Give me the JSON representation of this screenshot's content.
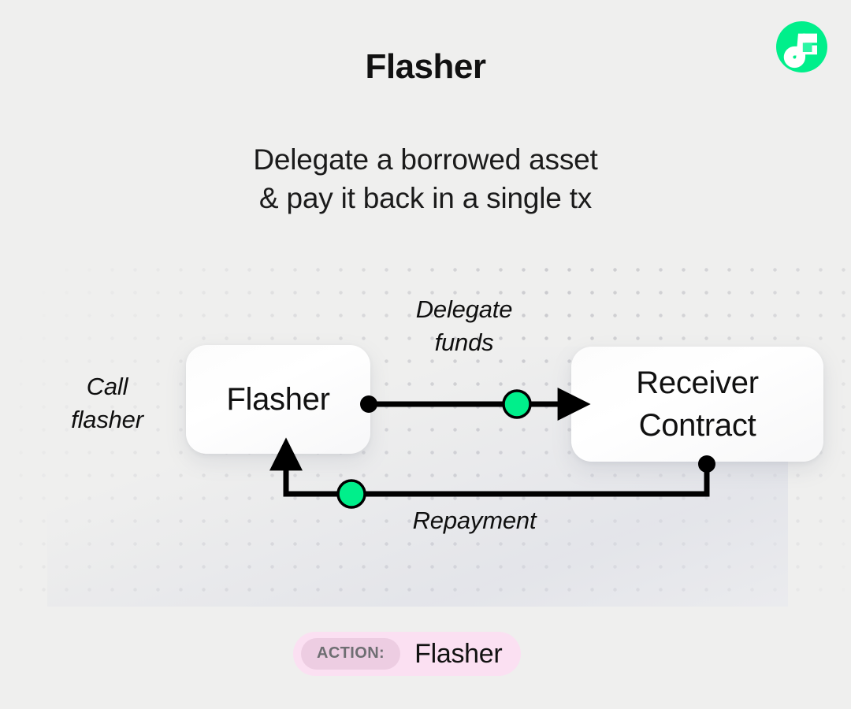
{
  "theme": {
    "background": "#efefee",
    "accent_green": "#00ef8b",
    "node_surface": "#ffffff",
    "badge_bg": "#fbe0f2",
    "badge_chip_bg": "#edcde2",
    "badge_chip_text": "#6e6e72",
    "line_color": "#000000",
    "dot_grid_color": "#c9c9cd"
  },
  "header": {
    "title": "Flasher",
    "subtitle_line1": "Delegate a borrowed asset",
    "subtitle_line2": "& pay it back in a single tx",
    "logo_name": "flow-logo-icon"
  },
  "diagram": {
    "nodes": [
      {
        "id": "flasher",
        "label": "Flasher"
      },
      {
        "id": "receiver",
        "label_line1": "Receiver",
        "label_line2": "Contract"
      }
    ],
    "labels": {
      "call_flasher_line1": "Call",
      "call_flasher_line2": "flasher",
      "delegate_line1": "Delegate",
      "delegate_line2": "funds",
      "repayment": "Repayment"
    },
    "edges": [
      {
        "id": "delegate-funds",
        "from": "flasher",
        "to": "receiver",
        "label": "Delegate funds",
        "marker": "arrow",
        "has_green_node": true
      },
      {
        "id": "repayment",
        "from": "receiver",
        "to": "flasher",
        "label": "Repayment",
        "marker": "arrow",
        "has_green_node": true
      }
    ]
  },
  "action_badge": {
    "chip_label": "ACTION:",
    "value": "Flasher"
  }
}
